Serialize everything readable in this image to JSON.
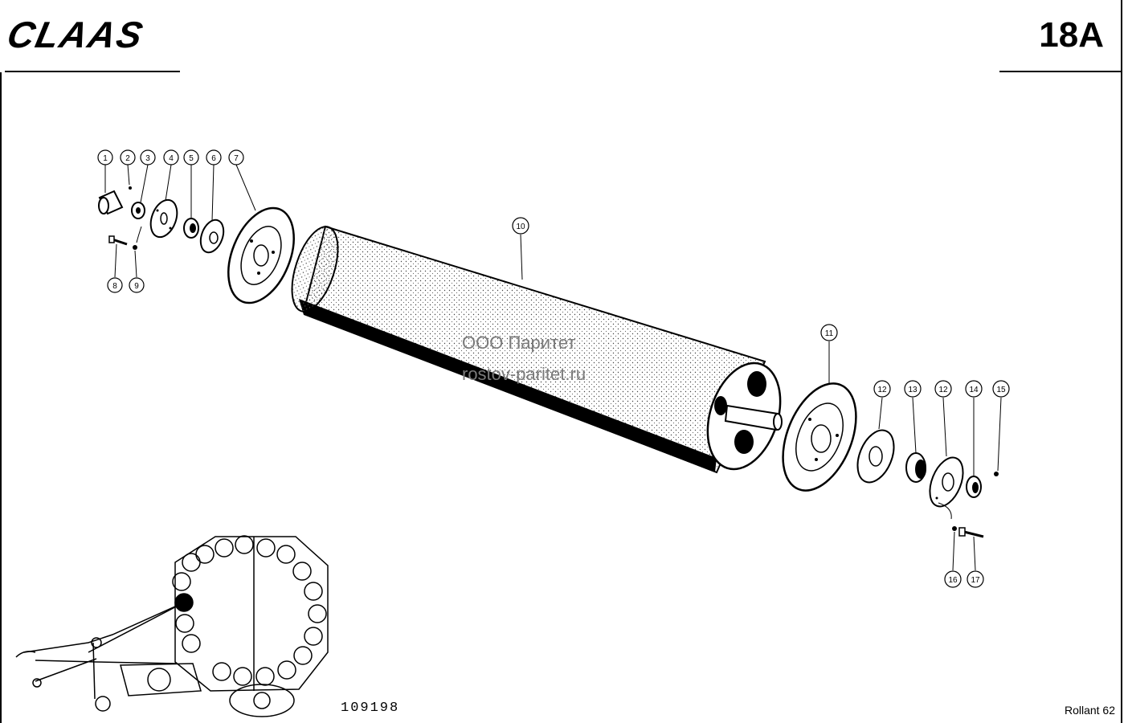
{
  "header": {
    "brand": "CLAAS",
    "page_code": "18A"
  },
  "footer": {
    "drawing_number": "109198",
    "model": "Rollant 62"
  },
  "watermark": {
    "line1": "ООО Паритет",
    "line2": "rostov-paritet.ru"
  },
  "callouts": [
    "1",
    "2",
    "3",
    "4",
    "5",
    "6",
    "7",
    "8",
    "9",
    "10",
    "11",
    "12",
    "13",
    "12",
    "14",
    "15",
    "16",
    "17"
  ]
}
